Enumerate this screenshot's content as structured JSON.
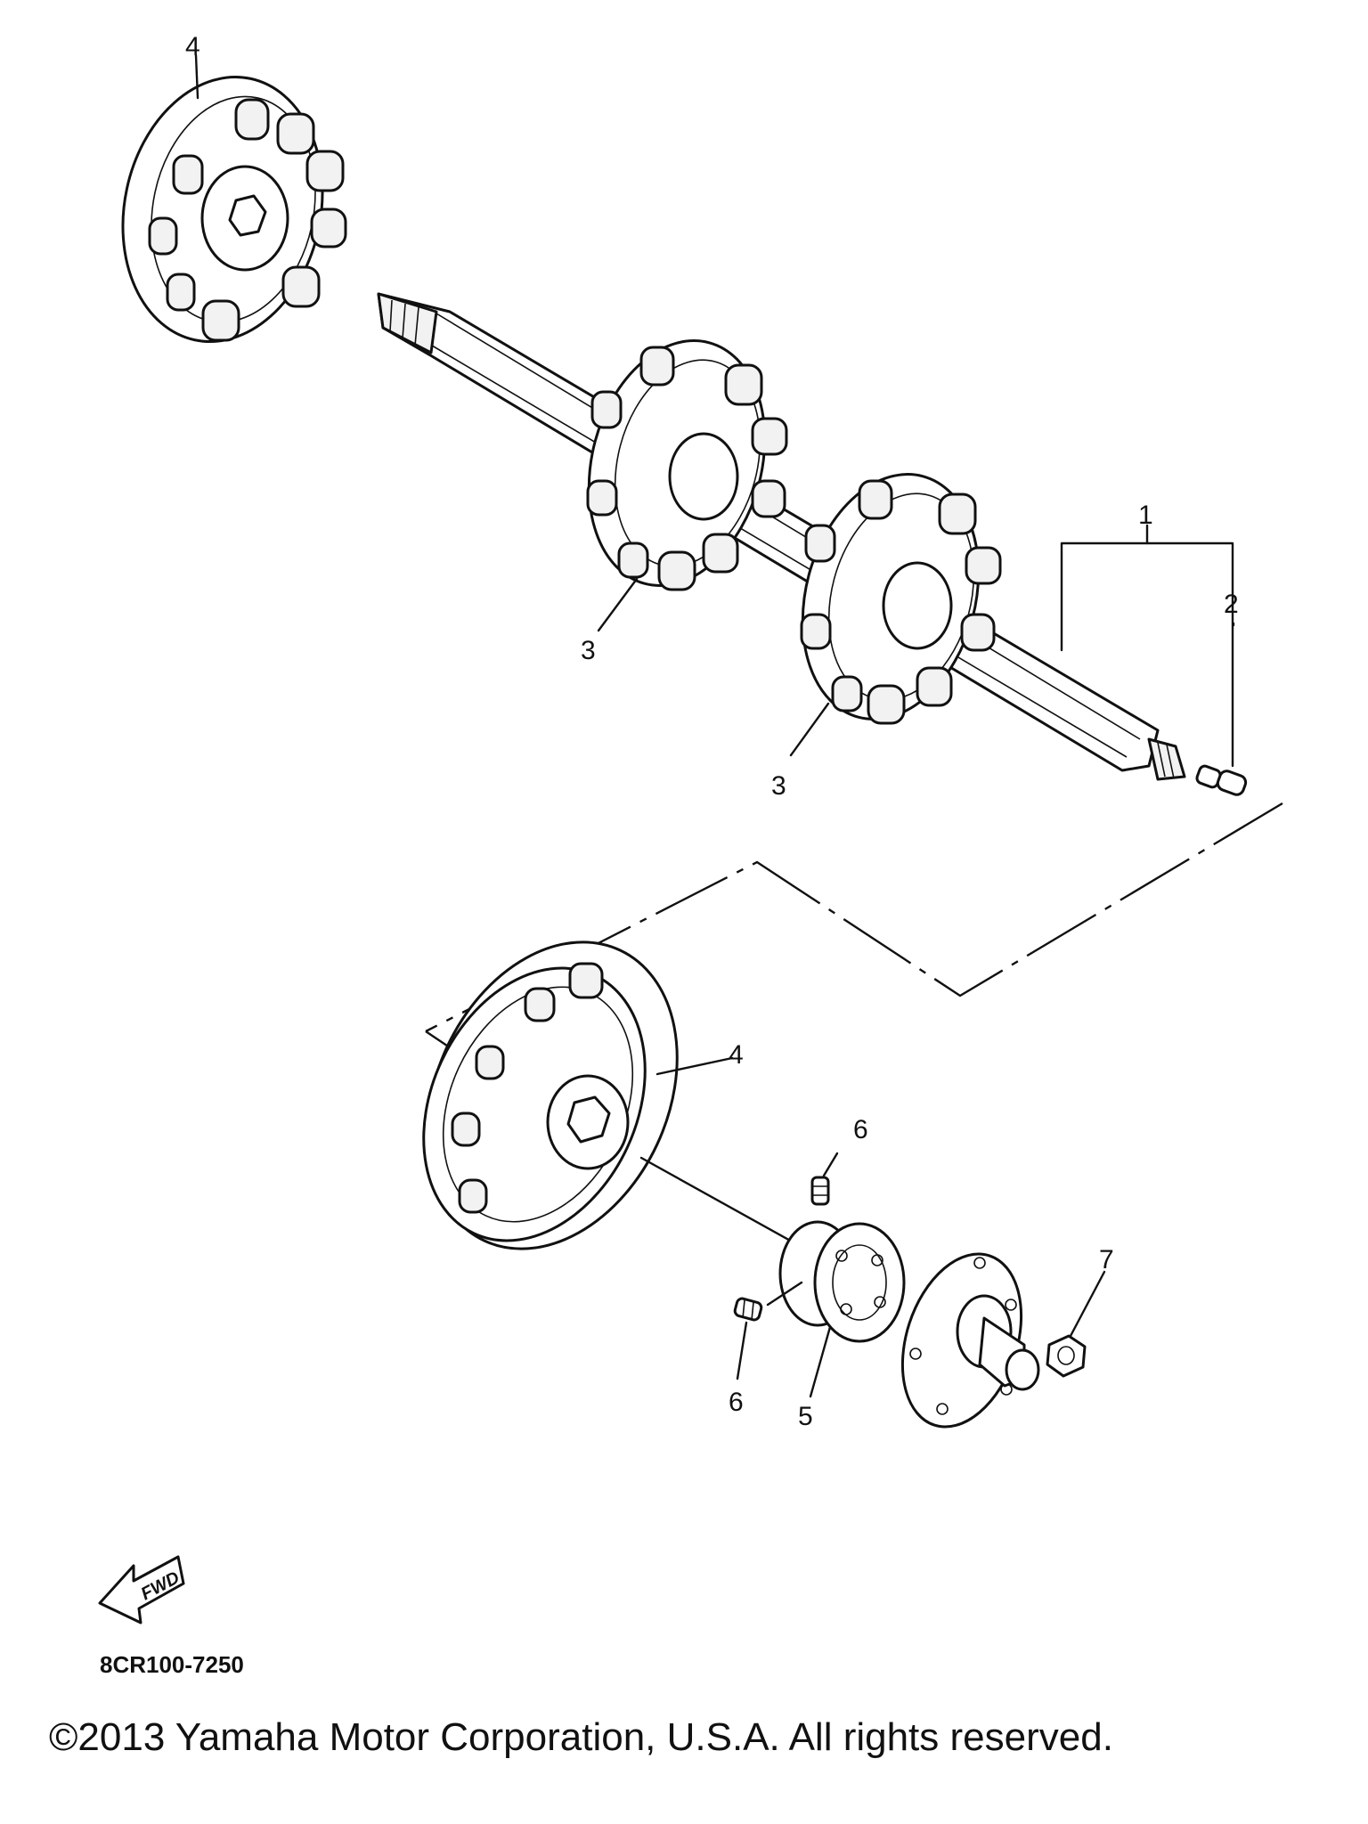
{
  "callouts": {
    "c1": "1",
    "c2": "2",
    "c3a": "3",
    "c3b": "3",
    "c4_top": "4",
    "c4_bottom": "4",
    "c5": "5",
    "c6_top": "6",
    "c6_bottom": "6",
    "c7": "7"
  },
  "direction_marker": {
    "label": "FWD",
    "icon": "arrow-left-icon"
  },
  "diagram_code": "8CR100-7250",
  "copyright": "©2013 Yamaha Motor Corporation, U.S.A. All rights reserved."
}
